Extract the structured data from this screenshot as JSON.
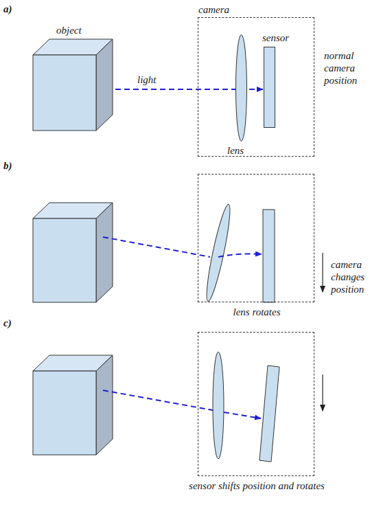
{
  "diagram": {
    "nodes": [
      {
        "text": [
          "object"
        ]
      },
      {
        "text": [
          "camera"
        ]
      },
      {
        "text": [
          "lens"
        ],
        "in": 1
      },
      {
        "text": [
          "sensor"
        ],
        "in": 1
      },
      {
        "text": [
          "lens rotates"
        ]
      },
      {
        "text": [
          "sensor shifts position and rotates"
        ]
      }
    ],
    "edges": [
      {
        "from": 0,
        "to": 3,
        "arrow": "to",
        "label": "light"
      }
    ],
    "labels": [
      "a)",
      "normal camera position",
      "b)",
      "camera changes position",
      "c)"
    ]
  }
}
